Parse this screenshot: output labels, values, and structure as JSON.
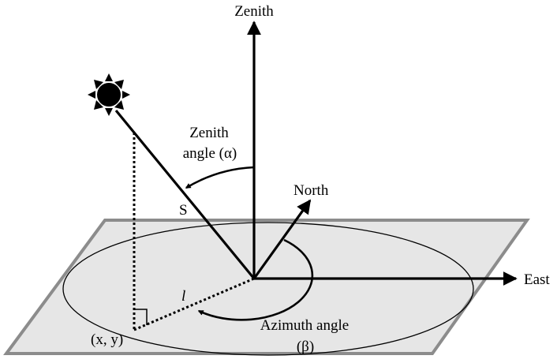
{
  "labels": {
    "zenith": "Zenith",
    "zenith_angle_line1": "Zenith",
    "zenith_angle_line2": "angle (α)",
    "north": "North",
    "east": "East",
    "s": "S",
    "l": "l",
    "point": "(x, y)",
    "azimuth_line1": "Azimuth angle",
    "azimuth_line2": "(β)"
  },
  "colors": {
    "plane_fill": "#e6e6e6",
    "plane_border": "#8c8c8c",
    "ink": "#000000"
  }
}
